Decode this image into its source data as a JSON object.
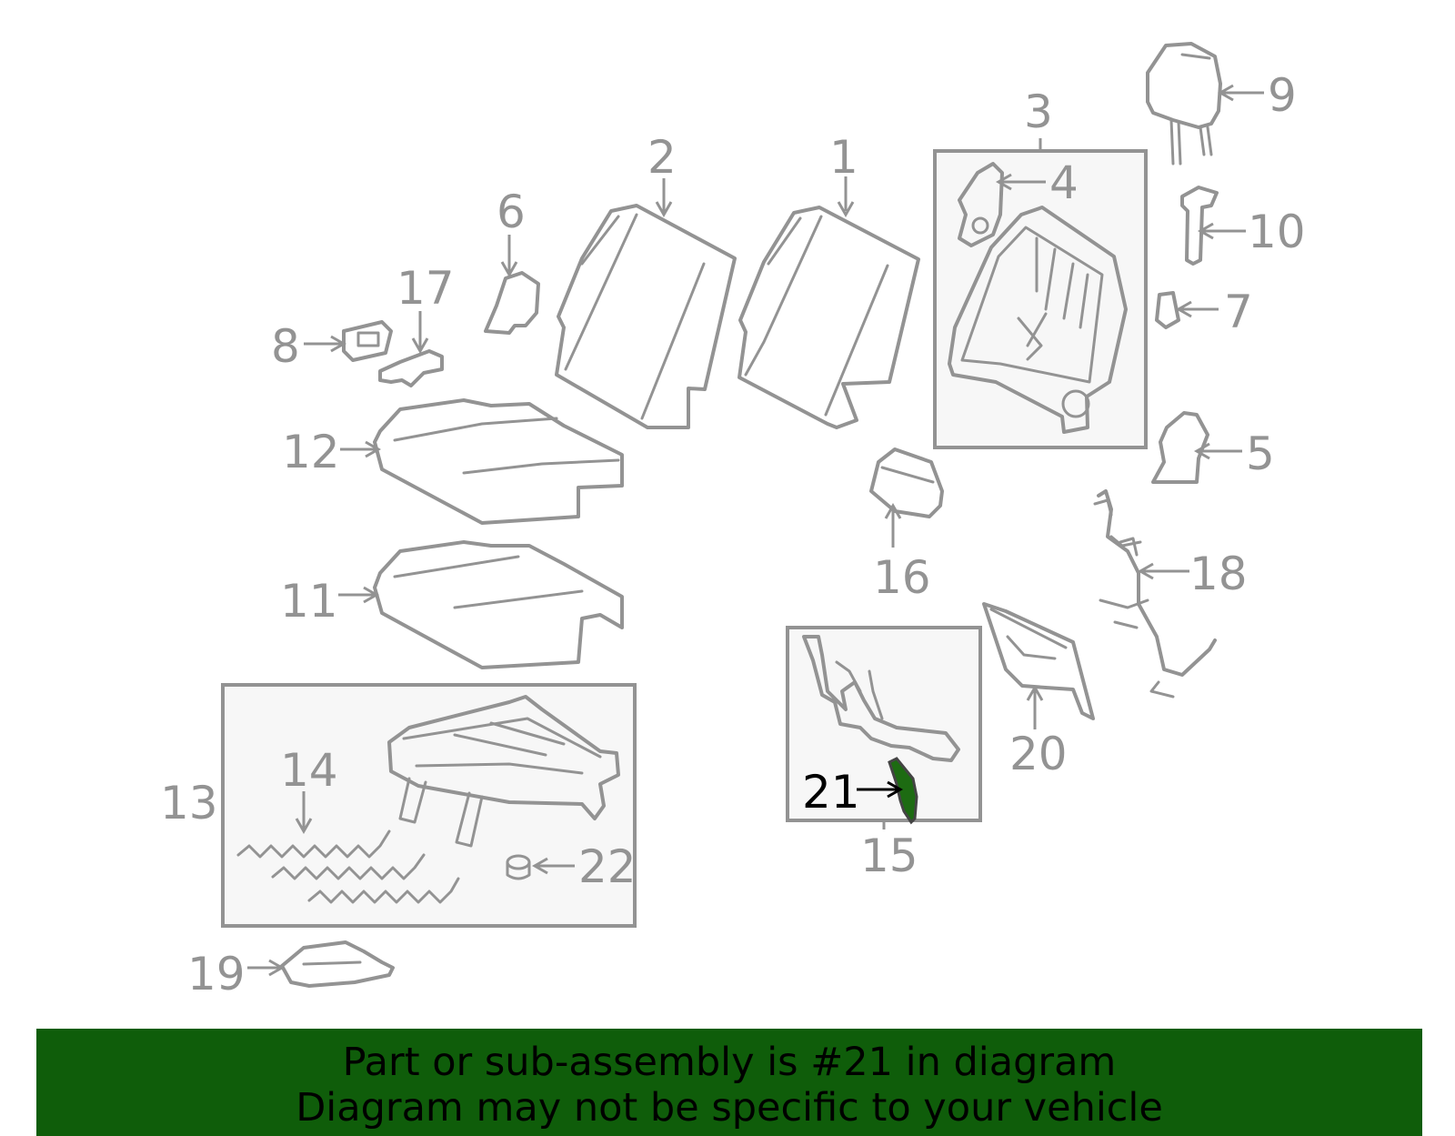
{
  "diagram": {
    "callouts": [
      "1",
      "2",
      "3",
      "4",
      "5",
      "6",
      "7",
      "8",
      "9",
      "10",
      "11",
      "12",
      "13",
      "14",
      "15",
      "16",
      "17",
      "18",
      "19",
      "20",
      "21",
      "22"
    ],
    "highlighted_callout": "21",
    "highlight_color": "#1d6b12",
    "line_color": "#939393"
  },
  "banner": {
    "line1": "Part or sub-assembly is #21 in diagram",
    "line2": "Diagram may not be specific to your vehicle",
    "background": "#0f5d0a"
  }
}
